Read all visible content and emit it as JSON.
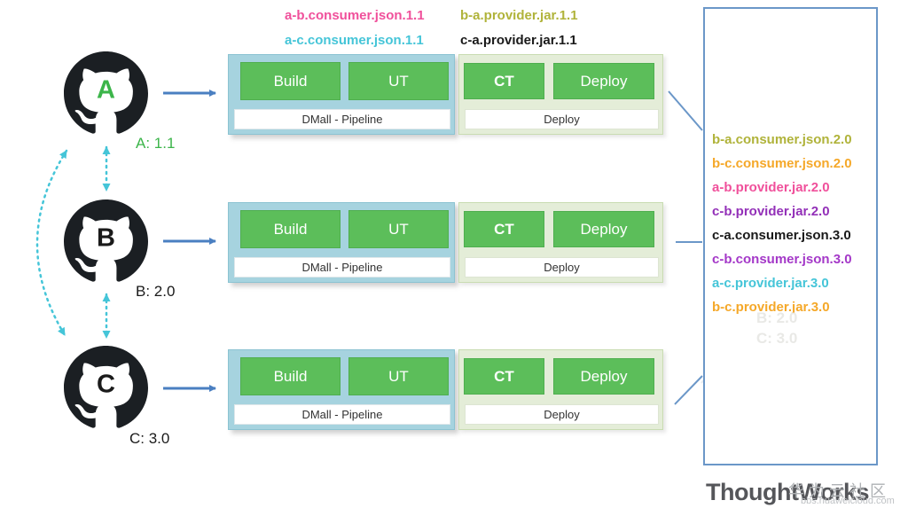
{
  "annotations": {
    "top": [
      {
        "label": "a-b.consumer.json.1.1",
        "color": "#f0509b"
      },
      {
        "label": "a-c.consumer.json.1.1",
        "color": "#45c5d8"
      },
      {
        "label": "b-a.provider.jar.1.1",
        "color": "#b0b33a"
      },
      {
        "label": "c-a.provider.jar.1.1",
        "color": "#1a1a1a"
      }
    ]
  },
  "repos": [
    {
      "letter": "A",
      "letter_color": "#3cb54a",
      "version": "A: 1.1",
      "version_color": "#3cb54a"
    },
    {
      "letter": "B",
      "letter_color": "#1a1a1a",
      "version": "B: 2.0",
      "version_color": "#1a1a1a"
    },
    {
      "letter": "C",
      "letter_color": "#1a1a1a",
      "version": "C: 3.0",
      "version_color": "#1a1a1a"
    }
  ],
  "pipeline": {
    "build": "Build",
    "ut": "UT",
    "ct": "CT",
    "deploy": "Deploy",
    "dmall_strip": "DMall - Pipeline",
    "deploy_strip": "Deploy"
  },
  "right_box": {
    "items": [
      {
        "label": "b-a.consumer.json.2.0",
        "color": "#b0b33a"
      },
      {
        "label": "b-c.consumer.json.2.0",
        "color": "#f5a829"
      },
      {
        "label": "a-b.provider.jar.2.0",
        "color": "#f0509b"
      },
      {
        "label": "c-b.provider.jar.2.0",
        "color": "#9330b8"
      },
      {
        "label": "c-a.consumer.json.3.0",
        "color": "#1a1a1a"
      },
      {
        "label": "c-b.consumer.json.3.0",
        "color": "#a438c8"
      },
      {
        "label": "a-c.provider.jar.3.0",
        "color": "#45c5d8"
      },
      {
        "label": "b-c.provider.jar.3.0",
        "color": "#f5a829"
      }
    ],
    "ghost": [
      "B: 2.0",
      "C: 3.0"
    ]
  },
  "branding": {
    "logo": "ThoughtWorks",
    "watermark_cn": "华为云社区",
    "watermark_url": "bbs.huaweicloud.com"
  },
  "colors": {
    "solid_arrow": "#4a7fc1",
    "dotted_arrow": "#45c5d8",
    "connector": "#6b97c8",
    "pipeline_box_bg": "#a6d3df",
    "deploy_box_bg": "#e4edd8",
    "button_green": "#5cbe5a",
    "right_box_border": "#6b97c8"
  }
}
